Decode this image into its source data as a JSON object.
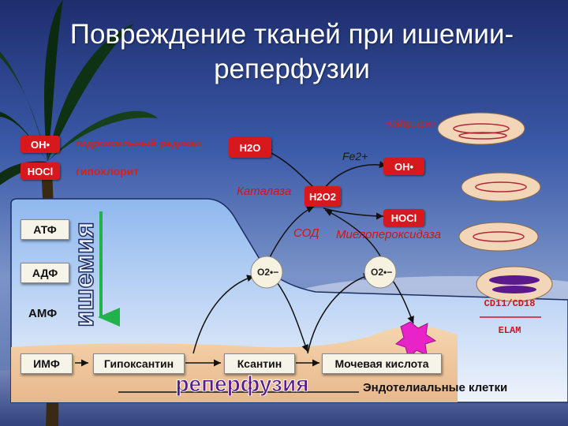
{
  "slide": {
    "title_line1": "Повреждение тканей при ишемии-",
    "title_line2": "реперфузии"
  },
  "legend": {
    "oh_label": "OH•",
    "oh_text": "гидроксильный радикал",
    "hocl_label": "HOCl",
    "hocl_text": "гипохлорит"
  },
  "diagram": {
    "neutrophil": "Нейтрофил",
    "h2o": "H2O",
    "catalase": "Каталаза",
    "fe": "Fe2+",
    "oh_right": "OH•",
    "h2o2": "H2O2",
    "hocl_right": "HOCl",
    "sod": "СОД",
    "myeloperoxidase": "Миелопероксидаза",
    "o2_left": "O2•−",
    "o2_right": "O2•−",
    "cd_label": "CD11/CD18",
    "elam": "ELAM",
    "endothelial": "Эндотелиальные клетки",
    "ischemia": "ишемия",
    "reperfusion": "реперфузия"
  },
  "nucleotides": [
    "АТФ",
    "АДФ",
    "АМФ",
    "ИМФ"
  ],
  "pathway": {
    "hypoxanthine": "Гипоксантин",
    "xanthine": "Ксантин",
    "uric_acid": "Мочевая кислота"
  },
  "colors": {
    "accent_red": "#d7191d",
    "arrow_green": "#22b24c",
    "purple_text": "#5a1a8c",
    "magenta_burst": "#e823c8"
  }
}
